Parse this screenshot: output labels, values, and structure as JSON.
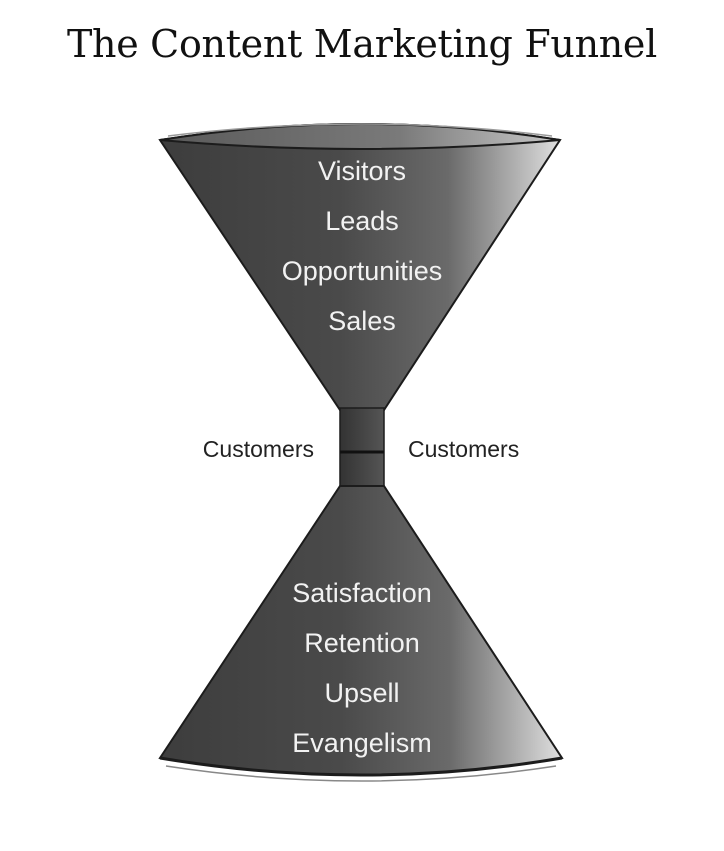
{
  "title": "The Content Marketing Funnel",
  "top_funnel": {
    "stages": [
      "Visitors",
      "Leads",
      "Opportunities",
      "Sales"
    ]
  },
  "neck": {
    "left_label": "Customers",
    "right_label": "Customers"
  },
  "bottom_funnel": {
    "stages": [
      "Satisfaction",
      "Retention",
      "Upsell",
      "Evangelism"
    ]
  },
  "colors": {
    "funnel_dark": "#3a3a3a",
    "funnel_light": "#d9d9d9",
    "stage_text": "#f2f2f2",
    "label_text": "#222222"
  }
}
